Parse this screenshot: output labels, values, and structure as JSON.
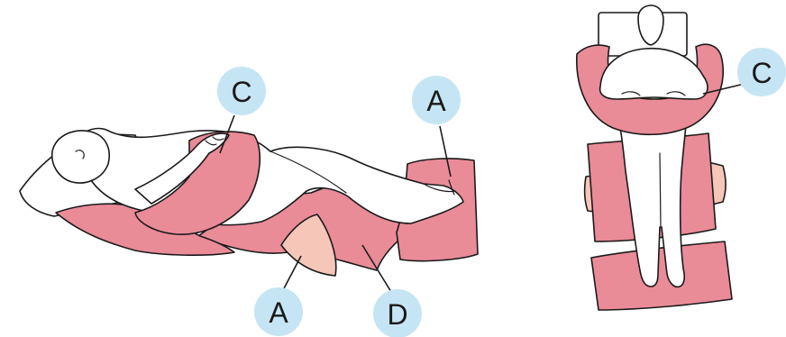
{
  "labels": {
    "side_pillow_a": "A",
    "side_arm_pillow_c": "C",
    "side_bottom_pillow_a": "A",
    "side_leg_pillow_d": "D",
    "top_arm_pillow_c": "C"
  },
  "colors": {
    "pillow_pink": "#ea8b98",
    "pillow_peach": "#f6c6b8",
    "label_circle": "#c5e5f4",
    "outline": "#1a1a1a"
  }
}
